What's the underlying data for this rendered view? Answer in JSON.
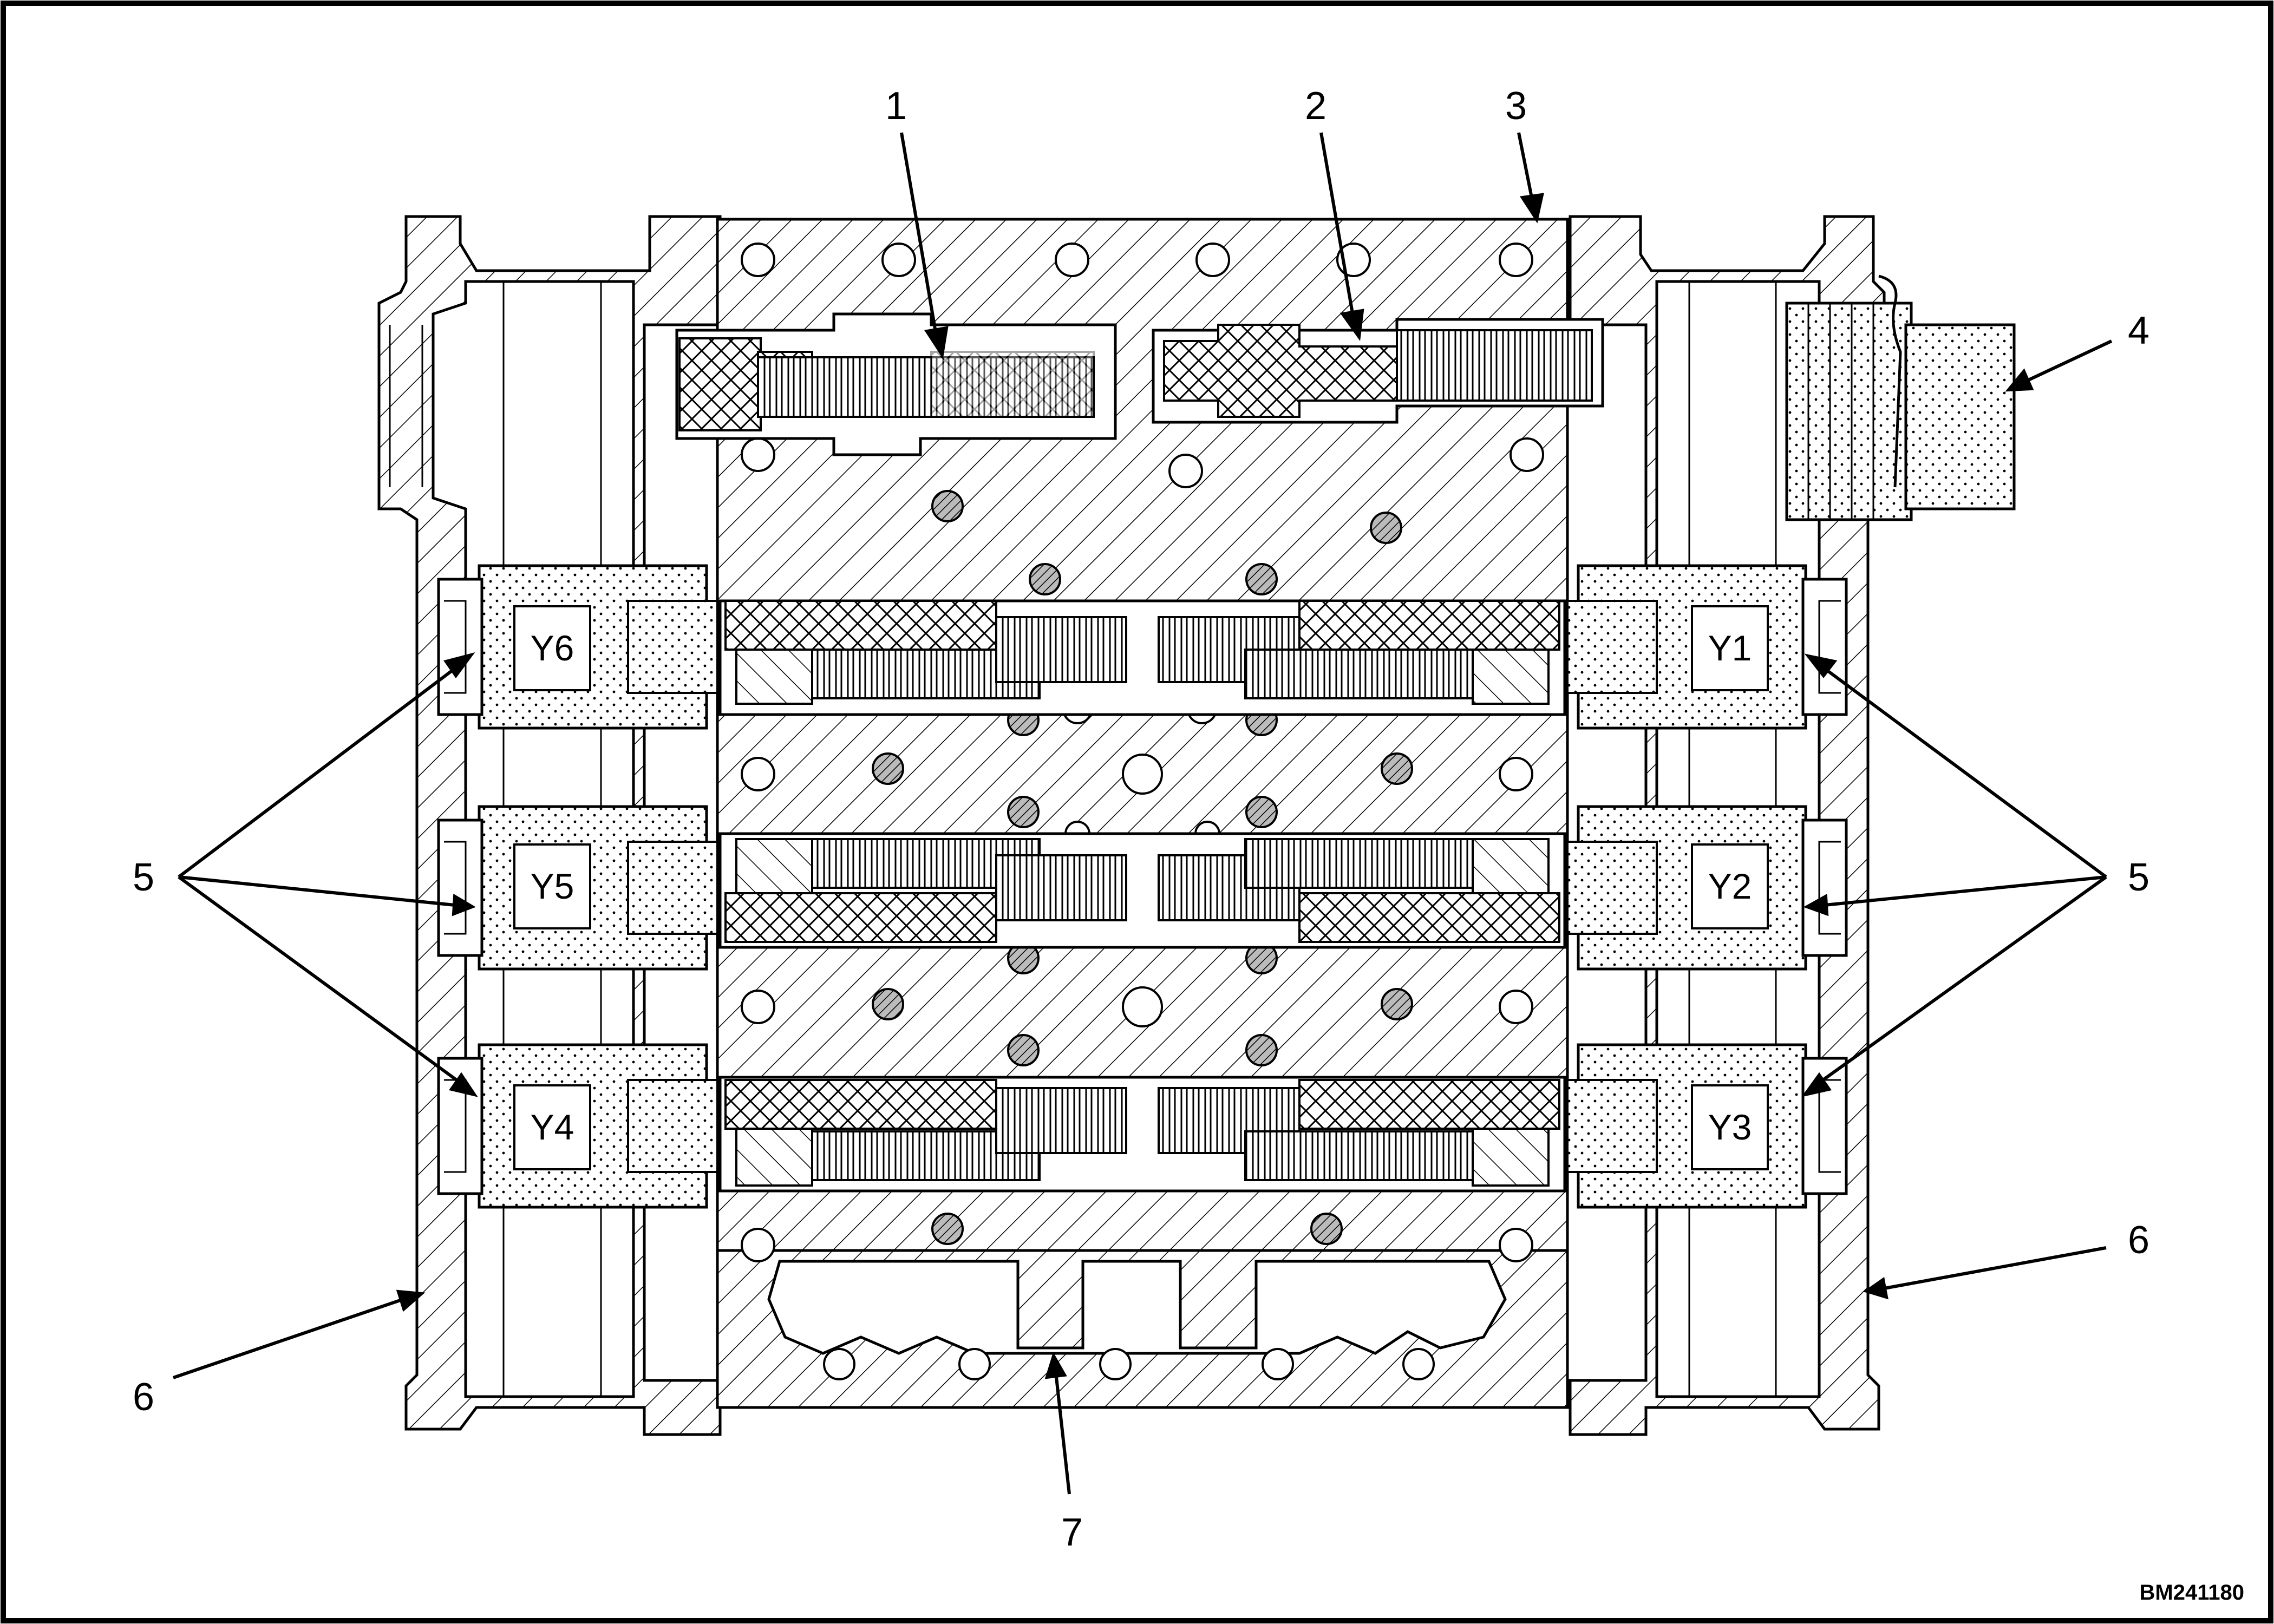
{
  "figure_id": "BM241180",
  "callouts": {
    "c1": "1",
    "c2": "2",
    "c3": "3",
    "c4": "4",
    "c5_left": "5",
    "c5_right": "5",
    "c6_left": "6",
    "c6_right": "6",
    "c7": "7"
  },
  "solenoids": {
    "y1": "Y1",
    "y2": "Y2",
    "y3": "Y3",
    "y4": "Y4",
    "y5": "Y5",
    "y6": "Y6"
  },
  "colors": {
    "line": "#000000",
    "background": "#ffffff"
  }
}
